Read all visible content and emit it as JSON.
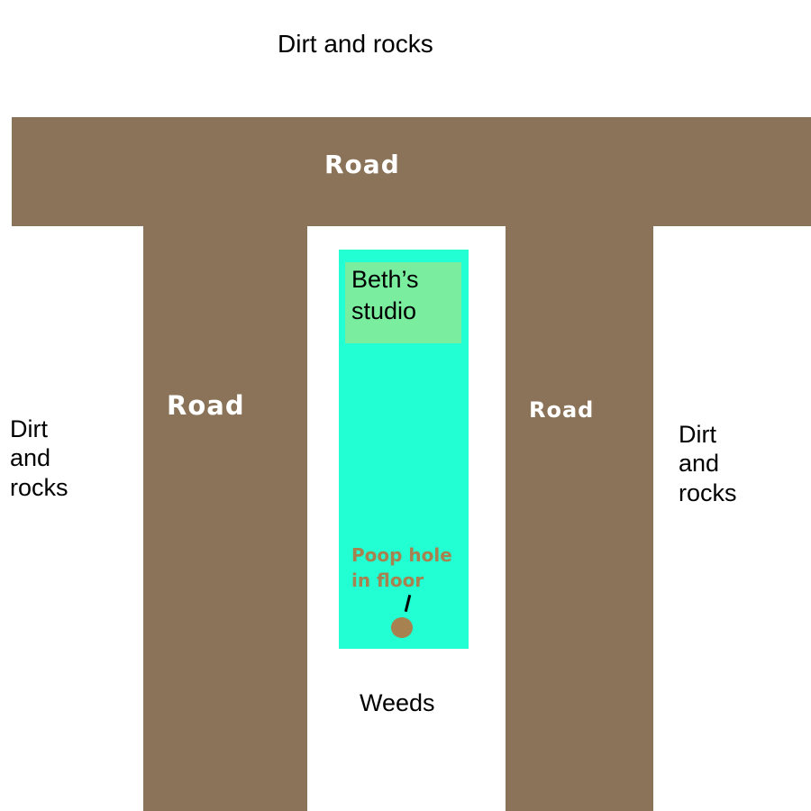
{
  "map": {
    "top_label": "Dirt and rocks",
    "top_road_label": "Road",
    "left_road_label": "Road",
    "right_road_label": "Road",
    "left_label": "Dirt\nand\nrocks",
    "right_label": "Dirt\nand\nrocks",
    "studio_label": "Beth’s\nstudio",
    "poop_label": "Poop hole\nin floor",
    "bottom_label": "Weeds"
  },
  "colors": {
    "road": "#8a7358",
    "building": "#22ffd2",
    "studio": "#7aee9e",
    "poop": "#a7814f"
  },
  "icons": {
    "poop_hole": "circle-icon"
  }
}
